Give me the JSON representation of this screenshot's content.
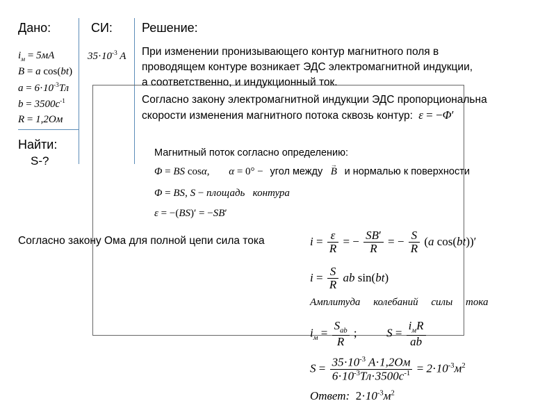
{
  "document": {
    "type": "physics-problem-solution",
    "language": "ru"
  },
  "given_block": {
    "heading": "Дано:",
    "si_heading": "СИ:",
    "find_heading": "Найти:",
    "find_value": "S-?",
    "si_value": "35·10⁻³ A",
    "items": [
      "i_м = 5 мА",
      "B = a cos(bt)",
      "a = 6·10⁻³ Тл",
      "b = 3500 с⁻¹",
      "R = 1,2 Ом"
    ],
    "item_parts": [
      {
        "lhs": "i",
        "sub": "м",
        "rhs": "= 5",
        "unit": "мА"
      },
      {
        "lhs": "B",
        "rhs": "= a cos(bt)"
      },
      {
        "lhs": "a",
        "rhs": "= 6·10",
        "exp": "-3",
        "unit": "Тл"
      },
      {
        "lhs": "b",
        "rhs": "= 3500",
        "unit": "с",
        "exp": "-1"
      },
      {
        "lhs": "R",
        "rhs": "= 1,2",
        "unit": "Ом"
      }
    ]
  },
  "solution": {
    "heading": "Решение:",
    "paragraph1_lines": [
      "При изменении пронизывающего контур магнитного поля в",
      "проводящем контуре возникает ЭДС электромагнитной индукции,",
      "а соответственно, и индукционный ток."
    ],
    "paragraph2_lines": [
      "Согласно закону электромагнитной индукции ЭДС пропорциональна",
      "скорости изменения магнитного потока сквозь контур:"
    ],
    "faraday_formula": "ε = −Φ′",
    "flux_heading": "Магнитный поток согласно определению:",
    "flux_line1_lhs": "Φ = BS cos α,",
    "flux_line1_angle": "α = 0° −",
    "flux_line1_text_a": "угол между",
    "flux_line1_vector": "B",
    "flux_line1_text_b": "и нормалью к поверхности",
    "flux_line2": "Φ = BS, S − площадь   контура",
    "flux_line2_parts": {
      "formula": "Φ = BS, S −",
      "word1": "площадь",
      "word2": "контура"
    },
    "emf_line": "ε = −(BS)′ = −SB′",
    "ohm_text": "Согласно закону Ома для полной цепи сила тока",
    "ohm_formula": "i = ε/R = −SB′/R = −(S/R)(a cos(bt))′",
    "current_formula": "i = (S/R) ab sin(bt)",
    "amplitude_text": "Амплитуда   колебаний   силы   тока",
    "amplitude_words": [
      "Амплитуда",
      "колебаний",
      "силы",
      "тока"
    ],
    "amplitude_formula_left": "i_м = S_ab / R ;",
    "amplitude_formula_right": "S = i_м R / ab",
    "final_numeric": "S = (35·10⁻³ A · 1,2 Ом) / (6·10⁻³ Тл · 3500 с⁻¹) = 2·10⁻³ м²",
    "final_values": {
      "num_coeff": "35",
      "num_exp": "-3",
      "num_unit_a": "A",
      "num_mult": "1,2",
      "num_unit_ohm": "Ом",
      "den_coeff": "6",
      "den_exp": "-3",
      "den_unit_tl": "Тл",
      "den_mult": "3500",
      "den_unit_s": "с",
      "den_unit_s_exp": "-1",
      "result_coeff": "2",
      "result_exp": "-3",
      "result_unit": "м",
      "result_unit_exp": "2"
    },
    "answer_label": "Ответ:",
    "answer_value": "2·10⁻³ м²"
  },
  "colors": {
    "rule_blue": "#5b8cb8",
    "box_border": "#666666",
    "text": "#000000",
    "background": "#ffffff"
  }
}
